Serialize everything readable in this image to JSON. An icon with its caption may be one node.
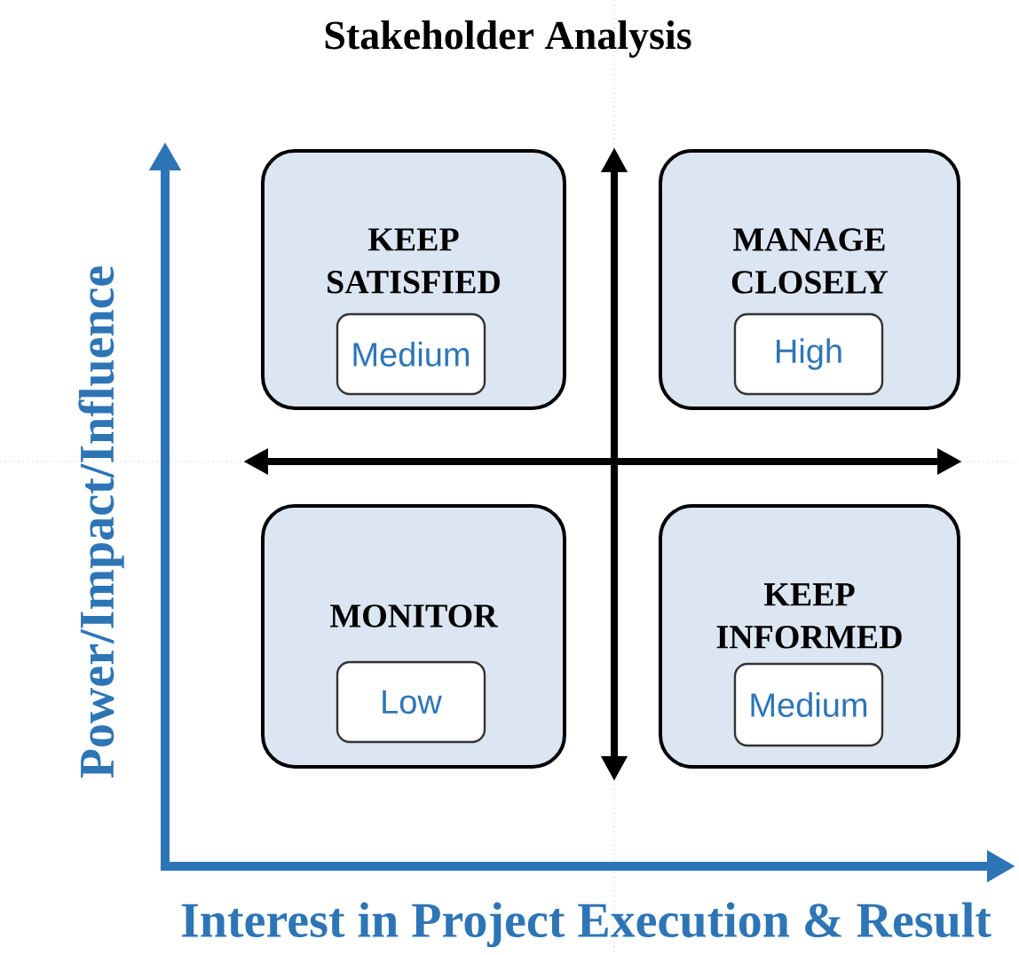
{
  "diagram": {
    "title": "Stakeholder Analysis",
    "nodes": [
      {
        "text": [
          "KEEP SATISFIED"
        ]
      },
      {
        "text": [
          "Medium"
        ],
        "in": 0
      },
      {
        "text": [
          "MANAGE CLOSELY"
        ]
      },
      {
        "text": [
          "High"
        ],
        "in": 2
      },
      {
        "text": [
          "MONITOR"
        ]
      },
      {
        "text": [
          "Low"
        ],
        "in": 4
      },
      {
        "text": [
          "KEEP INFORMED"
        ]
      },
      {
        "text": [
          "Medium"
        ],
        "in": 6
      }
    ],
    "labels": [
      "Power/Impact/Influence",
      "Interest in Project Execution & Result"
    ]
  }
}
